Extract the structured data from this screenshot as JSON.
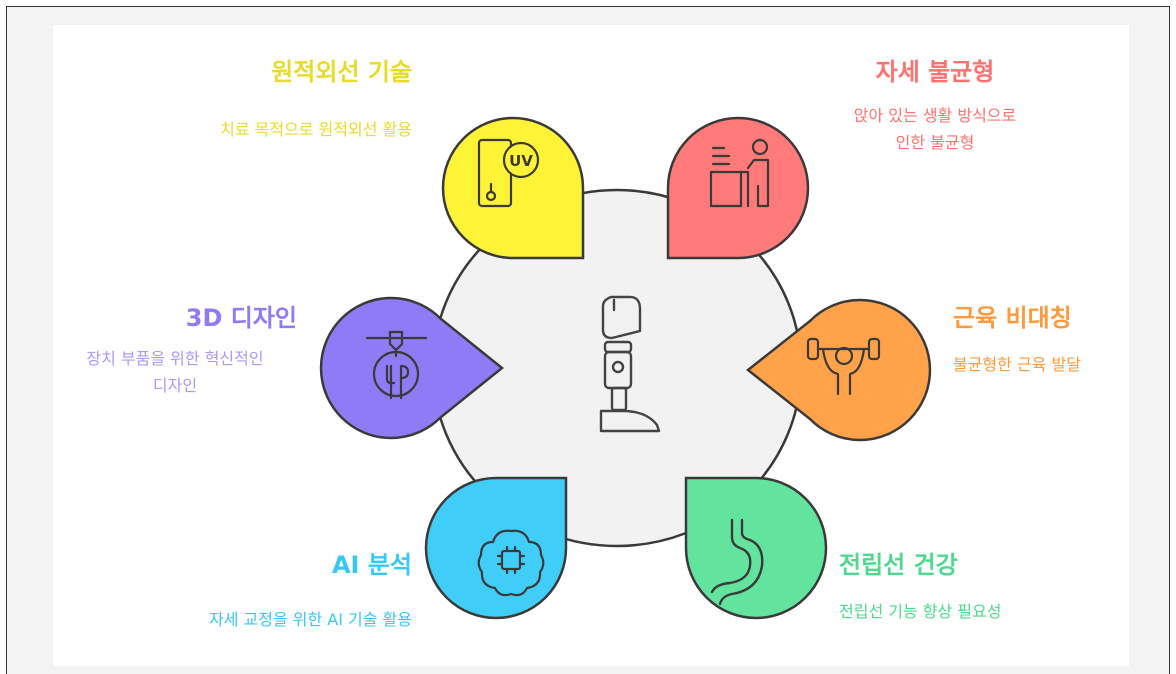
{
  "colors": {
    "yellow": "#FFF338",
    "red": "#FF7A78",
    "orange": "#FFA24A",
    "purple": "#8E7BF5",
    "blue": "#40CEF9",
    "green": "#62E49F",
    "hub": "#F2F2F2",
    "outline": "#3A3A3A"
  },
  "hub": {
    "icon": "prosthetic-leg-icon"
  },
  "items": [
    {
      "key": "uv",
      "title": "원적외선 기술",
      "desc": [
        "치료 목적으로 원적외선 활용"
      ],
      "color": "#E8D92E",
      "icon": "uv-device-icon"
    },
    {
      "key": "posture",
      "title": "자세 불균형",
      "desc": [
        "앉아 있는 생활 방식으로",
        "인한 불균형"
      ],
      "color": "#FF7A78",
      "icon": "person-at-desk-icon"
    },
    {
      "key": "muscle",
      "title": "근육 비대칭",
      "desc": [
        "불균형한 근육 발달"
      ],
      "color": "#FF9A3C",
      "icon": "weightlifter-icon"
    },
    {
      "key": "design",
      "title": "3D 디자인",
      "desc": [
        "장치 부품을 위한 혁신적인",
        "디자인"
      ],
      "color": "#8E7BF5",
      "icon": "3d-printer-icon"
    },
    {
      "key": "ai",
      "title": "AI 분석",
      "desc": [
        "자세 교정을 위한 AI 기술 활용"
      ],
      "color": "#40CEF9",
      "icon": "ai-brain-chip-icon"
    },
    {
      "key": "prostate",
      "title": "전립선 건강",
      "desc": [
        "전립선 기능 향상 필요성"
      ],
      "color": "#4FD88E",
      "icon": "organ-icon"
    }
  ]
}
